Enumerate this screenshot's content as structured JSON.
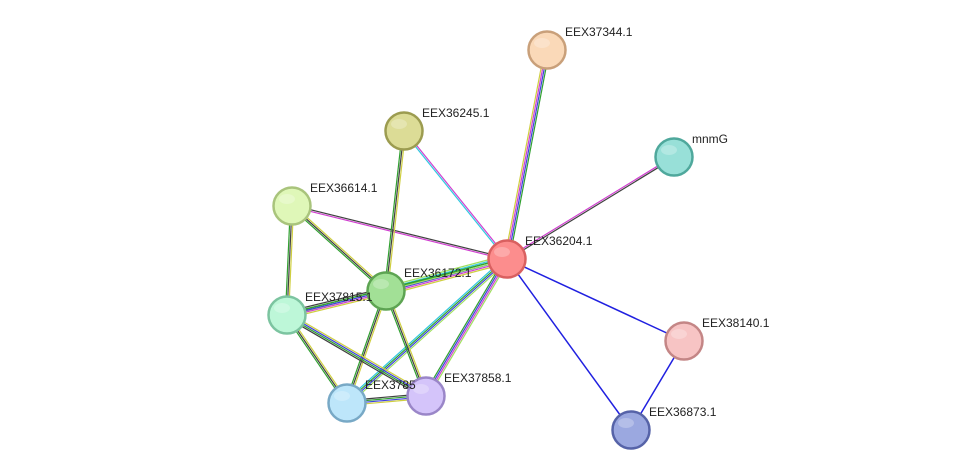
{
  "diagram": {
    "nodes": [
      {
        "id": "EEX36204.1",
        "label": "EEX36204.1",
        "fill": "#fc8d8d",
        "stroke": "#d96060"
      },
      {
        "id": "EEX37344.1",
        "label": "EEX37344.1",
        "fill": "#fad9b8",
        "stroke": "#c9a07a"
      },
      {
        "id": "mnmG",
        "label": "mnmG",
        "fill": "#98e0d8",
        "stroke": "#4fa89c"
      },
      {
        "id": "EEX36245.1",
        "label": "EEX36245.1",
        "fill": "#dcdc96",
        "stroke": "#9c9c50"
      },
      {
        "id": "EEX36614.1",
        "label": "EEX36614.1",
        "fill": "#dff7b8",
        "stroke": "#a9c47c"
      },
      {
        "id": "EEX36172.1",
        "label": "EEX36172.1",
        "fill": "#a2e096",
        "stroke": "#5da452"
      },
      {
        "id": "EEX37815.1",
        "label": "EEX37815.1",
        "fill": "#bdf7d8",
        "stroke": "#7cc4a0"
      },
      {
        "id": "EEX37858.1",
        "label": "EEX37858.1",
        "fill": "#d4c4fa",
        "stroke": "#9a86c8"
      },
      {
        "id": "EEX3785x",
        "label": "EEX3785",
        "fill": "#bde6fa",
        "stroke": "#78a9c6"
      },
      {
        "id": "EEX38140.1",
        "label": "EEX38140.1",
        "fill": "#f7c4c4",
        "stroke": "#c48686"
      },
      {
        "id": "EEX36873.1",
        "label": "EEX36873.1",
        "fill": "#9ba8e0",
        "stroke": "#5663a8"
      }
    ],
    "edges": [
      {
        "source": "EEX36204.1",
        "target": "EEX37344.1",
        "colors": [
          "#cfcf40",
          "#d040d0",
          "#4040e0",
          "#30a030"
        ]
      },
      {
        "source": "EEX36204.1",
        "target": "mnmG",
        "colors": [
          "#d040d0",
          "#404040"
        ]
      },
      {
        "source": "EEX36204.1",
        "target": "EEX36245.1",
        "colors": [
          "#30c8e0",
          "#d040d0"
        ]
      },
      {
        "source": "EEX36204.1",
        "target": "EEX36614.1",
        "colors": [
          "#d040d0",
          "#404040"
        ]
      },
      {
        "source": "EEX36204.1",
        "target": "EEX36172.1",
        "colors": [
          "#cfcf40",
          "#d040d0",
          "#4040e0",
          "#30a030",
          "#30c8e0",
          "#a0e060"
        ]
      },
      {
        "source": "EEX36204.1",
        "target": "EEX37815.1",
        "colors": [
          "#a0e060",
          "#30a030"
        ]
      },
      {
        "source": "EEX36204.1",
        "target": "EEX37858.1",
        "colors": [
          "#a0e060",
          "#d040d0",
          "#4040e0",
          "#30a030"
        ]
      },
      {
        "source": "EEX36204.1",
        "target": "EEX3785x",
        "colors": [
          "#a0e060",
          "#4040e0",
          "#30a030",
          "#30c8e0"
        ]
      },
      {
        "source": "EEX36204.1",
        "target": "EEX38140.1",
        "colors": [
          "#2020e0"
        ]
      },
      {
        "source": "EEX36204.1",
        "target": "EEX36873.1",
        "colors": [
          "#2020e0"
        ]
      },
      {
        "source": "EEX38140.1",
        "target": "EEX36873.1",
        "colors": [
          "#2020e0"
        ]
      },
      {
        "source": "EEX36245.1",
        "target": "EEX36172.1",
        "colors": [
          "#cfcf40",
          "#404040",
          "#30a030"
        ]
      },
      {
        "source": "EEX36614.1",
        "target": "EEX36172.1",
        "colors": [
          "#cfcf40",
          "#404040",
          "#30a030"
        ]
      },
      {
        "source": "EEX36614.1",
        "target": "EEX37815.1",
        "colors": [
          "#cfcf40",
          "#404040",
          "#30a030"
        ]
      },
      {
        "source": "EEX36172.1",
        "target": "EEX37815.1",
        "colors": [
          "#cfcf40",
          "#d040d0",
          "#4040e0",
          "#30a030",
          "#404040"
        ]
      },
      {
        "source": "EEX36172.1",
        "target": "EEX37858.1",
        "colors": [
          "#cfcf40",
          "#404040",
          "#30a030"
        ]
      },
      {
        "source": "EEX36172.1",
        "target": "EEX3785x",
        "colors": [
          "#cfcf40",
          "#404040",
          "#30a030"
        ]
      },
      {
        "source": "EEX37815.1",
        "target": "EEX37858.1",
        "colors": [
          "#cfcf40",
          "#4040e0",
          "#30a030",
          "#404040"
        ]
      },
      {
        "source": "EEX37815.1",
        "target": "EEX3785x",
        "colors": [
          "#cfcf40",
          "#404040",
          "#30a030"
        ]
      },
      {
        "source": "EEX37858.1",
        "target": "EEX3785x",
        "colors": [
          "#cfcf40",
          "#4040e0",
          "#30a030",
          "#404040"
        ]
      }
    ]
  }
}
